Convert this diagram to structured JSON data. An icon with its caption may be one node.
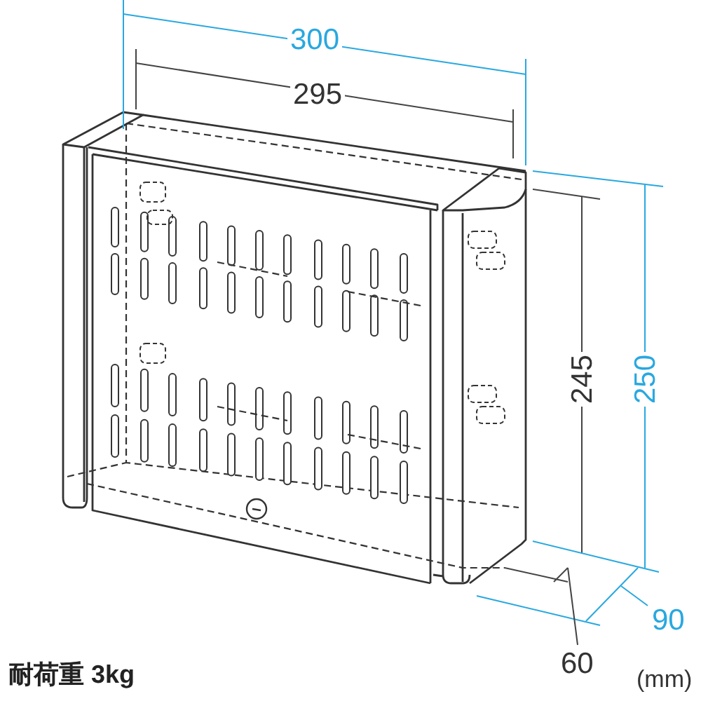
{
  "diagram": {
    "labels": [
      "300",
      "295",
      "245",
      "250",
      "90",
      "60",
      "耐荷重 3kg",
      "(mm)"
    ]
  }
}
